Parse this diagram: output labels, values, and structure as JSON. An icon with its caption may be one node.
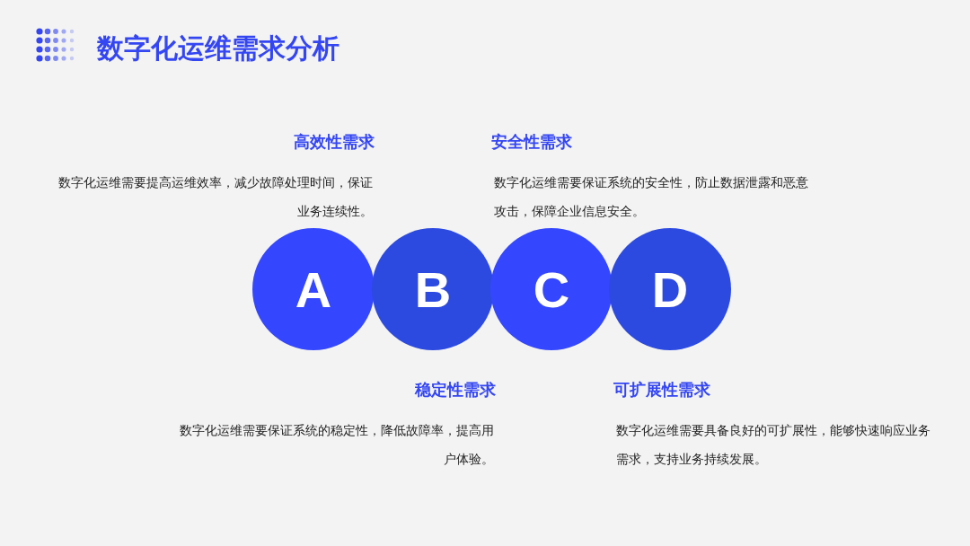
{
  "diagram": {
    "title": "数字化运维需求分析",
    "nodes": [
      {
        "text": [
          "A"
        ],
        "beside": [
          "高效性需求",
          "数字化运维需要提高运维效率，减少故障处理时间，保证业务连续性。"
        ]
      },
      {
        "text": [
          "B"
        ],
        "beside": [
          "稳定性需求",
          "数字化运维需要保证系统的稳定性，降低故障率，提高用户体验。"
        ]
      },
      {
        "text": [
          "C"
        ],
        "beside": [
          "安全性需求",
          "数字化运维需要保证系统的安全性，防止数据泄露和恶意攻击，保障企业信息安全。"
        ]
      },
      {
        "text": [
          "D"
        ],
        "beside": [
          "可扩展性需求",
          "数字化运维需要具备良好的可扩展性，能够快速响应业务需求，支持业务持续发展。"
        ]
      }
    ]
  }
}
